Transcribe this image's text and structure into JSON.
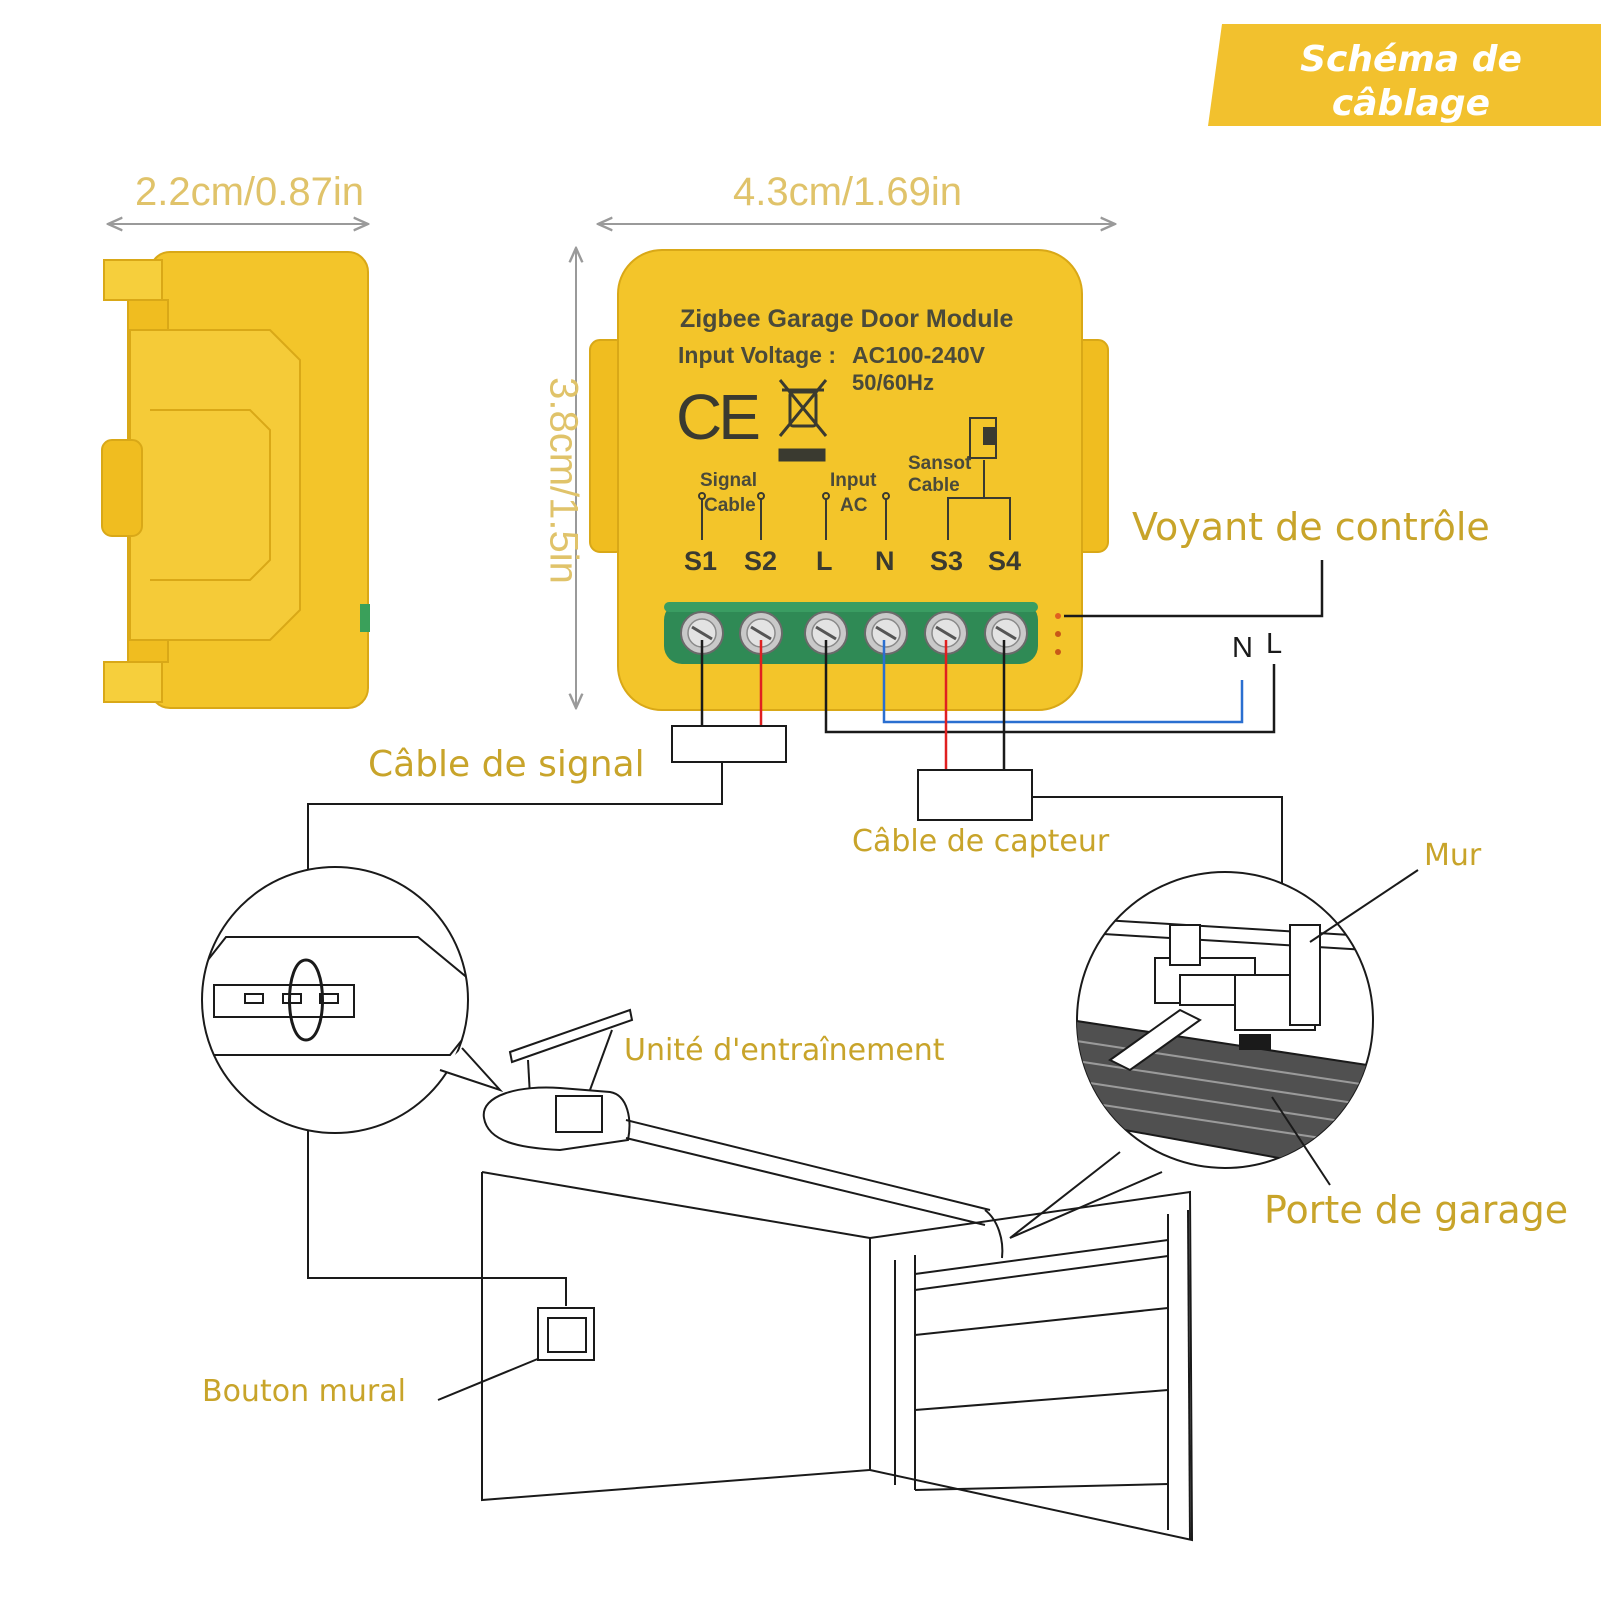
{
  "banner": {
    "line1": "Schéma de",
    "line2": "câblage",
    "color": "#f2c12e"
  },
  "dimensions": {
    "depth": "2.2cm/0.87in",
    "width": "4.3cm/1.69in",
    "height": "3.8cm/1.5in"
  },
  "module": {
    "title": "Zigbee Garage Door Module",
    "voltage_label": "Input Voltage :",
    "voltage_value": "AC100-240V",
    "frequency": "50/60Hz",
    "ce_mark": "CE",
    "group_signal_1": "Signal",
    "group_signal_2": "Cable",
    "group_input_1": "Input",
    "group_input_2": "AC",
    "group_sensor_1": "Sansot",
    "group_sensor_2": "Cable",
    "terminals": [
      "S1",
      "S2",
      "L",
      "N",
      "S3",
      "S4"
    ],
    "body_color": "#f3c52a"
  },
  "labels": {
    "indicator": "Voyant de contrôle",
    "signal_cable": "Câble de signal",
    "sensor_cable": "Câble de capteur",
    "wall": "Mur",
    "drive_unit": "Unité d'entraînement",
    "garage_door": "Porte de garage",
    "wall_button": "Bouton mural",
    "mains_n": "N",
    "mains_l": "L"
  },
  "colors": {
    "label_text": "#c8a42a",
    "wire_live": "#e02020",
    "wire_neutral": "#2a6fd0",
    "terminal_block": "#2f8a55"
  }
}
